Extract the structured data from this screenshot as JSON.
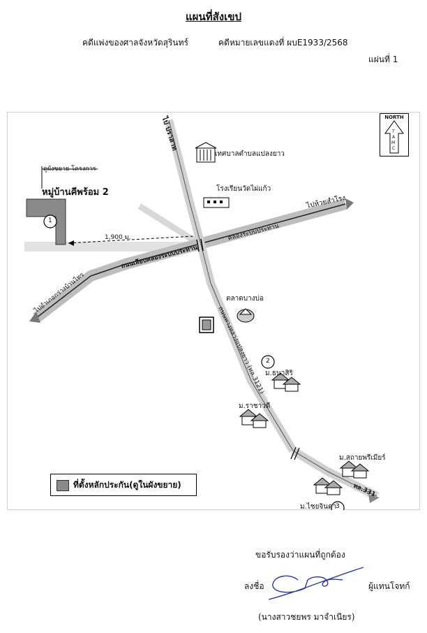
{
  "header": {
    "title": "แผนที่สังเขป",
    "court": "คดีแพ่งของศาลจังหวัดสุรินทร์",
    "case_number": "คดีหมายเลขแดงที่ ผบE1933/2568",
    "sheet": "แผ่นที่ 1"
  },
  "map": {
    "north_label": "NORTH",
    "north_letters": [
      "T",
      "A",
      "M",
      "C"
    ],
    "labels": {
      "to_prasat": "ไป ปราสาท",
      "to_huai_samrong": "ไปห้วยสำโรง",
      "to_krang_ban_thai": "ไปอำเภอกร่างบ้านไทร",
      "expand_project": "ดูผังขยาย โครงการ",
      "village": "หมู่บ้านคีพร้อม 2",
      "distance": "1,900 ม.",
      "municipality": "เทศบาลตำบลแปลงยาว",
      "school": "โรงเรียนวัดไผ่แก้ว",
      "market": "ตลาดบางบ่อ",
      "road_main": "ถนนเลียบคลองระบบประทาน",
      "road_main_2": "คลองระบบประทาน",
      "road_highway": "ถนนทางหลวงแปลงยาว (ทล.3121)",
      "village_thanasiri": "ม.ธนาสิริ",
      "village_rachawadee": "ม.ราชาวดี",
      "village_sathaiprimier": "ม.สถายพรีเมียร์",
      "village_chaiyachinda": "ม.ไชยจินดา",
      "highway_331": "ทล.331",
      "marker_1": "1",
      "marker_2": "2",
      "marker_3": "3"
    },
    "legend": {
      "text": "ที่ตั้งหลักประกัน(ดูในผังขยาย)",
      "color": "#8a8a8a"
    }
  },
  "footer": {
    "certify": "ขอรับรองว่าแผนที่ถูกต้อง",
    "sign_label": "ลงชื่อ",
    "sign_role": "ผู้แทนโจทก์",
    "signer": "(นางสาวชยพร มาจำเนียร)"
  }
}
